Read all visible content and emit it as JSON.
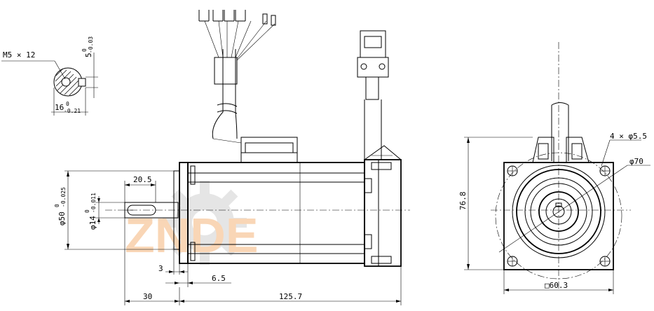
{
  "dimensions": {
    "thread": "M5 × 12",
    "key_width_main": "5",
    "key_width_tol_upper": "0",
    "key_width_tol_lower": "-0.03",
    "key_height_main": "16",
    "key_height_tol_upper": "0",
    "key_height_tol_lower": "-0.21",
    "key_length": "20.5",
    "flange_dia_main": "φ50",
    "flange_dia_tol_upper": "0",
    "flange_dia_tol_lower": "-0.025",
    "shaft_dia_main": "φ14",
    "shaft_dia_tol_upper": "0",
    "shaft_dia_tol_lower": "-0.011",
    "shoulder": "3",
    "flange_thickness": "6.5",
    "shaft_length": "30",
    "body_length": "125.7",
    "mount_holes": "4 × φ5.5",
    "bolt_circle": "φ70",
    "height": "76.8",
    "square": "□60.3"
  },
  "watermark": {
    "text": "ZNDE",
    "accent_color": "#f29a4a",
    "gear_color": "#c8c8c8"
  },
  "colors": {
    "line": "#000000",
    "background": "#ffffff"
  }
}
